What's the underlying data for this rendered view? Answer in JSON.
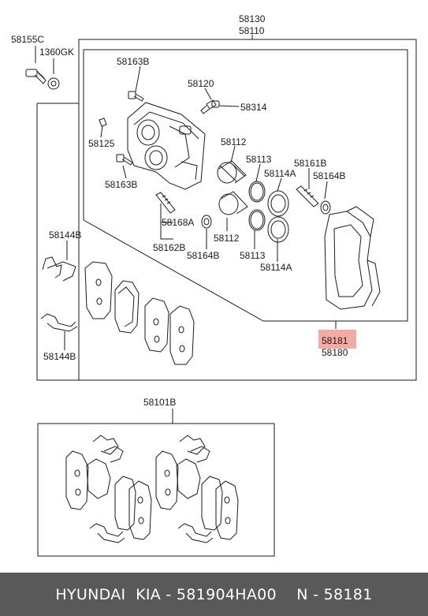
{
  "labels": {
    "assy_a": "58130",
    "assy_b": "58110",
    "bolt": "58155C",
    "washer": "1360GK",
    "bolt_upper": "58163B",
    "bleeder": "58120",
    "bleeder_cap": "58314",
    "plug": "58125",
    "piston": "58112",
    "seal": "58113",
    "boot": "58114A",
    "guide_pin_upper": "58161B",
    "pin_boot_upper": "58164B",
    "bolt_lower": "58163B",
    "guide_lower_pin": "58168A",
    "piston_lower": "58112",
    "guide_pin_lower": "58162B",
    "pin_boot_lower": "58164B",
    "seal_lower": "58113",
    "boot_lower": "58114A",
    "clip_upper": "58144B",
    "clip_lower": "58144B",
    "carrier_highlight": "58181",
    "carrier": "58180",
    "pad_kit": "58101B"
  },
  "footer": {
    "brand": "HYUNDAI  KIA",
    "separator_1": " - ",
    "part_number": "581904HA00",
    "separator_2": "    N - ",
    "ref_number": "58181"
  },
  "colors": {
    "line": "#1a1a1a",
    "highlight": "#f4aaa4",
    "footer_bg": "#595959",
    "footer_text": "#ffffff"
  }
}
